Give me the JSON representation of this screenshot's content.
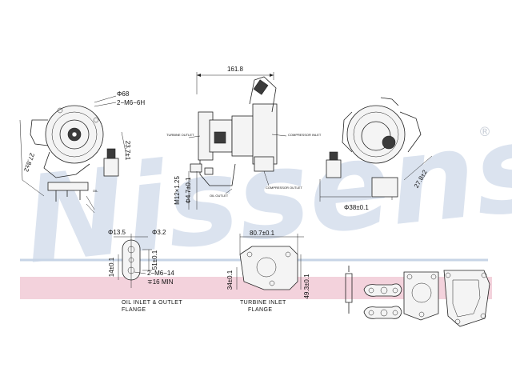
{
  "brand": {
    "watermark": "Nissens",
    "registered": "®",
    "color": "#dbe3ef",
    "band_color": "#f3d2dc",
    "band_line": "#c7d4e6"
  },
  "dims": {
    "d68": "Φ68",
    "m6_6h": "2−M6−6H",
    "d23_7": "23.7±1",
    "d27_8": "27.8±2",
    "d161_8": "161.8",
    "turbine_outlet": "TURBINE OUTLET",
    "compressor_inlet": "COMPRESSOR INLET",
    "m12": "M12×1.25",
    "d4_7": "Φ4.7±0.1",
    "oil_outlet": "OIL OUTLET",
    "compressor_outlet": "COMPRESSOR OUTLET",
    "d38": "Φ38±0.1",
    "d27_8b": "27.8±2",
    "d13_5": "Φ13.5",
    "d3_2": "Φ3.2",
    "d51": "51±0.1",
    "d14": "14±0.1",
    "m6_14": "2−M6−14",
    "d16min": "∓16 MIN",
    "d80_7": "80.7±0.1",
    "d34": "34±0.1",
    "d49": "49.3±0.1"
  },
  "captions": {
    "oil_line1": "OIL INLET & OUTLET",
    "oil_line2": "FLANGE",
    "turbine_line1": "TURBINE INLET",
    "turbine_line2": "FLANGE"
  }
}
